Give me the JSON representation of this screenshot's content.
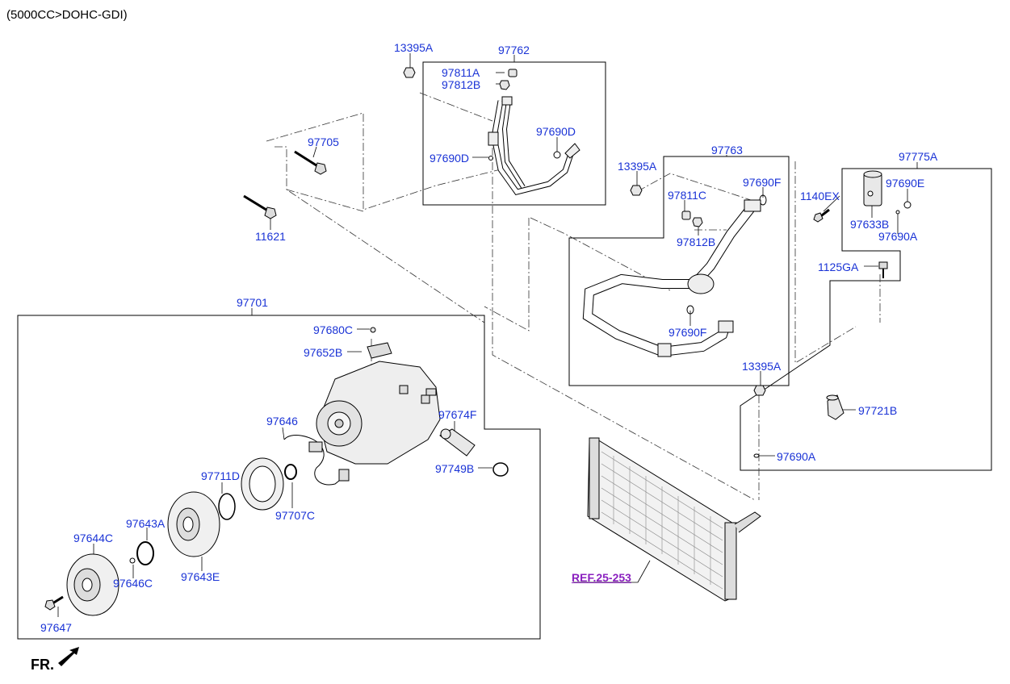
{
  "header": {
    "engine": "(5000CC>DOHC-GDI)"
  },
  "labels": [
    {
      "id": "13395A_a",
      "text": "13395A"
    },
    {
      "id": "97762",
      "text": "97762"
    },
    {
      "id": "97811A",
      "text": "97811A"
    },
    {
      "id": "97812B_a",
      "text": "97812B"
    },
    {
      "id": "97690D_a",
      "text": "97690D"
    },
    {
      "id": "97690D_b",
      "text": "97690D"
    },
    {
      "id": "97705",
      "text": "97705"
    },
    {
      "id": "11621",
      "text": "11621"
    },
    {
      "id": "97763",
      "text": "97763"
    },
    {
      "id": "13395A_b",
      "text": "13395A"
    },
    {
      "id": "97811C",
      "text": "97811C"
    },
    {
      "id": "97812B_b",
      "text": "97812B"
    },
    {
      "id": "97690F_a",
      "text": "97690F"
    },
    {
      "id": "97690F_b",
      "text": "97690F"
    },
    {
      "id": "97775A",
      "text": "97775A"
    },
    {
      "id": "1140EX",
      "text": "1140EX"
    },
    {
      "id": "97690E",
      "text": "97690E"
    },
    {
      "id": "97633B",
      "text": "97633B"
    },
    {
      "id": "97690A_a",
      "text": "97690A"
    },
    {
      "id": "1125GA",
      "text": "1125GA"
    },
    {
      "id": "13395A_c",
      "text": "13395A"
    },
    {
      "id": "97721B",
      "text": "97721B"
    },
    {
      "id": "97690A_b",
      "text": "97690A"
    },
    {
      "id": "97701",
      "text": "97701"
    },
    {
      "id": "97680C",
      "text": "97680C"
    },
    {
      "id": "97652B",
      "text": "97652B"
    },
    {
      "id": "97646",
      "text": "97646"
    },
    {
      "id": "97674F",
      "text": "97674F"
    },
    {
      "id": "97749B",
      "text": "97749B"
    },
    {
      "id": "97711D",
      "text": "97711D"
    },
    {
      "id": "97707C",
      "text": "97707C"
    },
    {
      "id": "97643A",
      "text": "97643A"
    },
    {
      "id": "97644C",
      "text": "97644C"
    },
    {
      "id": "97646C",
      "text": "97646C"
    },
    {
      "id": "97643E",
      "text": "97643E"
    },
    {
      "id": "97647",
      "text": "97647"
    }
  ],
  "reference": {
    "text": "REF.25-253"
  },
  "direction": {
    "text": "FR."
  },
  "colors": {
    "label": "#1a33d6",
    "reference": "#8a1fbf",
    "line": "#000000"
  }
}
